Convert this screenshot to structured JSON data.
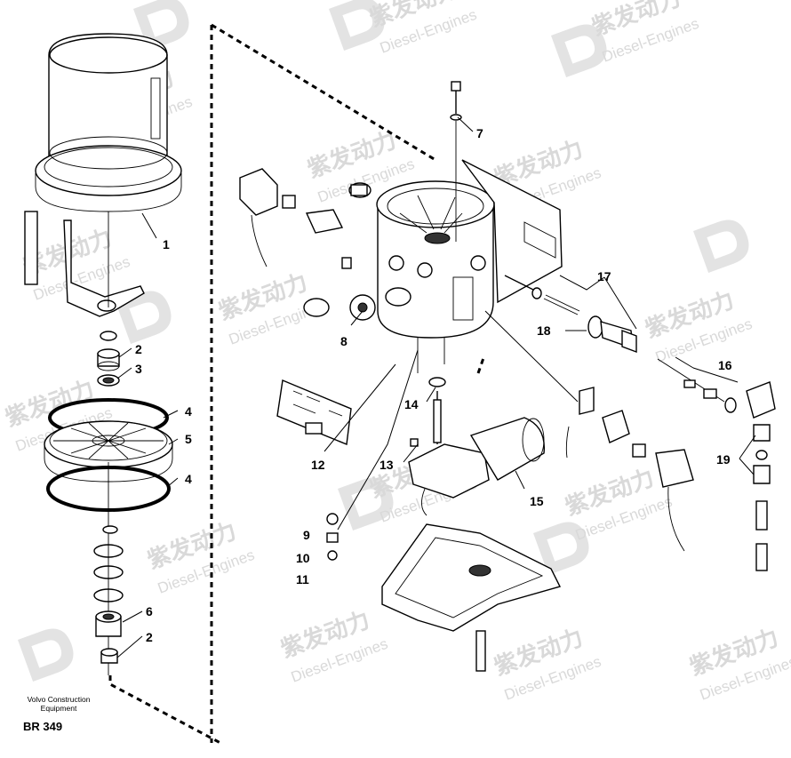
{
  "watermark": {
    "cn": "紫发动力",
    "en": "Diesel-Engines"
  },
  "callouts": [
    {
      "id": "1",
      "label": "1"
    },
    {
      "id": "2a",
      "label": "2"
    },
    {
      "id": "3",
      "label": "3"
    },
    {
      "id": "4a",
      "label": "4"
    },
    {
      "id": "5",
      "label": "5"
    },
    {
      "id": "4b",
      "label": "4"
    },
    {
      "id": "6",
      "label": "6"
    },
    {
      "id": "2b",
      "label": "2"
    },
    {
      "id": "7",
      "label": "7"
    },
    {
      "id": "8",
      "label": "8"
    },
    {
      "id": "9",
      "label": "9"
    },
    {
      "id": "10",
      "label": "10"
    },
    {
      "id": "11",
      "label": "11"
    },
    {
      "id": "12",
      "label": "12"
    },
    {
      "id": "13",
      "label": "13"
    },
    {
      "id": "14",
      "label": "14"
    },
    {
      "id": "15",
      "label": "15"
    },
    {
      "id": "16",
      "label": "16"
    },
    {
      "id": "17",
      "label": "17"
    },
    {
      "id": "18",
      "label": "18"
    },
    {
      "id": "19",
      "label": "19"
    }
  ],
  "footer": {
    "brand_line1": "Volvo Construction",
    "brand_line2": "Equipment",
    "code": "BR 349"
  }
}
